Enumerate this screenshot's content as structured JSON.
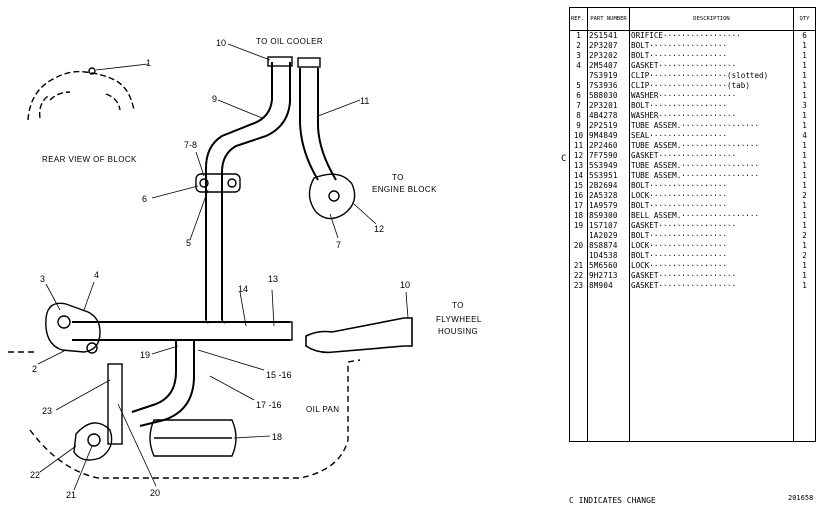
{
  "diagram": {
    "labels": {
      "to_oil_cooler": "TO OIL COOLER",
      "rear_view": "REAR VIEW OF BLOCK",
      "to": "TO",
      "engine_block": "ENGINE BLOCK",
      "to_fw": "TO",
      "flywheel": "FLYWHEEL",
      "housing": "HOUSING",
      "oil_pan": "OIL PAN"
    },
    "callouts": [
      "1",
      "2",
      "3",
      "4",
      "5",
      "6",
      "7-8",
      "7",
      "9",
      "10",
      "10",
      "11",
      "12",
      "13",
      "14",
      "15 -16",
      "17 -16",
      "18",
      "19",
      "20",
      "21",
      "22",
      "23"
    ]
  },
  "table": {
    "headers": {
      "ref": "REF. NO.",
      "part": "PART NUMBER",
      "desc": "DESCRIPTION",
      "qty": "QTY"
    },
    "rows": [
      {
        "ref": "1",
        "part": "2S1541",
        "desc": "ORIFICE",
        "qty": "6"
      },
      {
        "ref": "2",
        "part": "2P3207",
        "desc": "BOLT",
        "qty": "1"
      },
      {
        "ref": "3",
        "part": "2P3202",
        "desc": "BOLT",
        "qty": "1"
      },
      {
        "ref": "4",
        "part": "2M5407",
        "desc": "GASKET",
        "qty": "1"
      },
      {
        "ref": "",
        "part": "7S3919",
        "desc": "CLIP",
        "note": "(slotted)",
        "qty": "1"
      },
      {
        "ref": "5",
        "part": "7S3936",
        "desc": "CLIP",
        "note": "(tab)",
        "qty": "1"
      },
      {
        "ref": "6",
        "part": "5B8030",
        "desc": "WASHER",
        "qty": "1"
      },
      {
        "ref": "7",
        "part": "2P3201",
        "desc": "BOLT",
        "qty": "3"
      },
      {
        "ref": "8",
        "part": "4B4278",
        "desc": "WASHER",
        "qty": "1"
      },
      {
        "ref": "9",
        "part": "2P2519",
        "desc": "TUBE ASSEM.",
        "qty": "1"
      },
      {
        "ref": "10",
        "part": "9M4849",
        "desc": "SEAL",
        "qty": "4"
      },
      {
        "ref": "11",
        "part": "2P2460",
        "desc": "TUBE ASSEM.",
        "qty": "1"
      },
      {
        "ref": "12",
        "part": "7F7590",
        "desc": "GASKET",
        "qty": "1"
      },
      {
        "ref": "13",
        "part": "5S3949",
        "desc": "TUBE ASSEM.",
        "qty": "1"
      },
      {
        "ref": "14",
        "part": "5S3951",
        "desc": "TUBE ASSEM.",
        "qty": "1"
      },
      {
        "ref": "15",
        "part": "2B2694",
        "desc": "BOLT",
        "qty": "1"
      },
      {
        "ref": "16",
        "part": "2A5328",
        "desc": "LOCK",
        "qty": "2"
      },
      {
        "ref": "17",
        "part": "1A9579",
        "desc": "BOLT",
        "qty": "1"
      },
      {
        "ref": "18",
        "part": "8S9300",
        "desc": "BELL ASSEM.",
        "qty": "1"
      },
      {
        "ref": "19",
        "part": "1S7107",
        "desc": "GASKET",
        "qty": "1"
      },
      {
        "ref": "",
        "part": "1A2029",
        "desc": "BOLT",
        "qty": "2"
      },
      {
        "ref": "20",
        "part": "8S8874",
        "desc": "LOCK",
        "qty": "1"
      },
      {
        "ref": "",
        "part": "1D4538",
        "desc": "BOLT",
        "qty": "2"
      },
      {
        "ref": "21",
        "part": "5M6560",
        "desc": "LOCK",
        "qty": "1"
      },
      {
        "ref": "22",
        "part": "9H2713",
        "desc": "GASKET",
        "qty": "1"
      },
      {
        "ref": "23",
        "part": "8M904",
        "desc": "GASKET",
        "qty": "1"
      }
    ],
    "change_marker": "C",
    "footer_note": "C INDICATES CHANGE",
    "drawing_no": "201658"
  }
}
